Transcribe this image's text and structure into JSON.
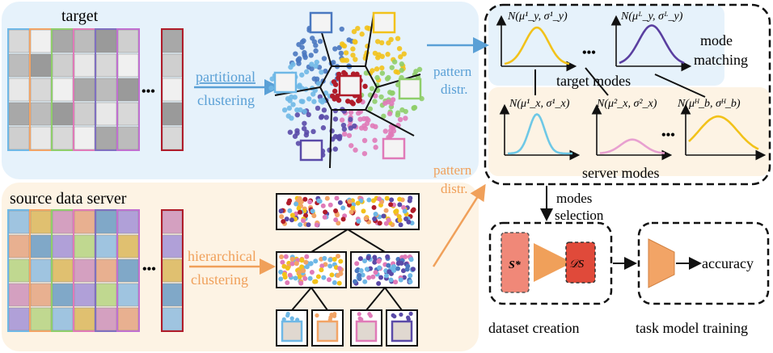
{
  "labels": {
    "target": "target",
    "source_server": "source data server",
    "partitional_clustering": [
      "partitional",
      "clustering"
    ],
    "hierarchical_clustering": [
      "hierarchical",
      "clustering"
    ],
    "pattern_distr_top": [
      "pattern",
      "distr."
    ],
    "pattern_distr_bottom": [
      "pattern",
      "distr."
    ],
    "mode_matching": [
      "mode",
      "matching"
    ],
    "target_modes": "target modes",
    "server_modes": "server modes",
    "modes_selection": [
      "modes",
      "selection"
    ],
    "dataset_creation": "dataset creation",
    "task_model_training": "task model training",
    "accuracy": "accuracy",
    "ellipsis": "•••"
  },
  "target_gaussians": [
    {
      "label": "N(μ¹_y, σ¹_y)"
    },
    {
      "label": "N(μᴸ_y, σᴸ_y)"
    }
  ],
  "server_gaussians": [
    {
      "label": "N(μ¹_x, σ¹_x)"
    },
    {
      "label": "N(μ²_x, σ²_x)"
    },
    {
      "label": "N(μᴴ_b, σᴴ_b)"
    }
  ],
  "dataset_symbols": {
    "s_star": "S*",
    "d_s": "𝒟S"
  },
  "colors": {
    "target_bg": "#e6f2fb",
    "source_bg": "#fdf3e4",
    "blue_arrow": "#5aa0d6",
    "orange_arrow": "#f0a05a",
    "cluster_blue": "#4a78c0",
    "cluster_yellow": "#f2c21a",
    "cluster_green": "#8fce6a",
    "cluster_pink": "#e07ab8",
    "cluster_purple": "#5a4aa8",
    "cluster_lightblue": "#6fb8e6",
    "cluster_red": "#b01c2a",
    "curve_yellow": "#f2c21a",
    "curve_purple": "#5a3fa0",
    "curve_cyan": "#6ec8e6",
    "curve_pink": "#e8a0d0",
    "salmon": "#f08878",
    "red_box": "#e04a3a",
    "orange": "#f2a466"
  }
}
